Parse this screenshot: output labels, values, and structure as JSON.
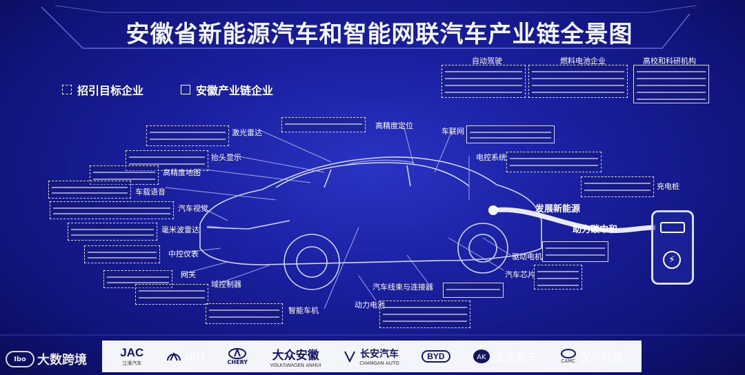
{
  "title": "安徽省新能源汽车和智能网联汽车产业链全景图",
  "legend": [
    {
      "label": "招引目标企业",
      "style": "dashed"
    },
    {
      "label": "安徽产业链企业",
      "style": "solid"
    }
  ],
  "categories": {
    "autonomous": "自动驾驶",
    "fuel_cell": "燃料电池企业",
    "university": "高校和科研机构"
  },
  "labels": {
    "lidar": "激光雷达",
    "hud": "抬头显示",
    "hd_map": "高精度地图",
    "voice": "车载语音",
    "vision": "汽车视觉",
    "mmwave": "毫米波雷达",
    "cluster": "中控仪表",
    "gateway": "网关",
    "domain_ctrl": "域控制器",
    "smart_cockpit": "智能车机",
    "positioning": "高精度定位",
    "iov": "车联网",
    "ecu": "电控系统",
    "charger": "充电桩",
    "motor": "驱动电机",
    "chip": "汽车芯片",
    "harness": "汽车线束与连接器",
    "battery": "动力电池"
  },
  "curve_texts": {
    "develop": "发展新能源",
    "carbon": "助力碳中和"
  },
  "brands": [
    {
      "main": "JAC",
      "sub": "江淮汽车"
    },
    {
      "main": "NIO",
      "sub": ""
    },
    {
      "main": "CHERY",
      "sub": ""
    },
    {
      "main": "大众安徽",
      "sub": "VOLKSWAGEN ANHUI"
    },
    {
      "main": "长安汽车",
      "sub": "CHANGAN AUTO"
    },
    {
      "main": "BYD",
      "sub": ""
    },
    {
      "main": "安凯客车",
      "sub": ""
    },
    {
      "main": "汉马科技",
      "sub": "CAMC"
    }
  ],
  "watermark": "大数跨境"
}
